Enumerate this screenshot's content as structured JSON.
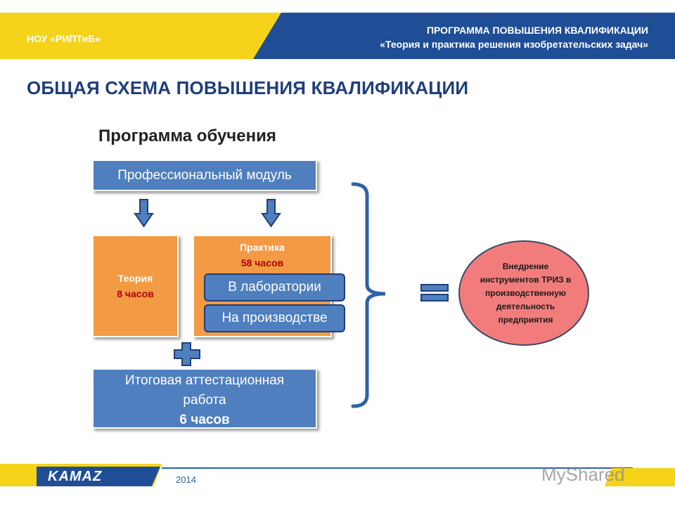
{
  "header": {
    "org": "НОУ «РИПТиБ»",
    "program_line1": "ПРОГРАММА ПОВЫШЕНИЯ КВАЛИФИКАЦИИ",
    "program_line2": "«Теория и практика решения изобретательских задач»"
  },
  "title": "ОБЩАЯ СХЕМА ПОВЫШЕНИЯ КВАЛИФИКАЦИИ",
  "diagram": {
    "program_title": "Программа обучения",
    "module": "Профессиональный модуль",
    "theory": {
      "label": "Теория",
      "hours": "8 часов"
    },
    "practice": {
      "label": "Практика",
      "hours": "58 часов"
    },
    "lab": "В лаборатории",
    "production": "На производстве",
    "final": {
      "line1": "Итоговая аттестационная",
      "line2": "работа",
      "hours": "6 часов"
    },
    "result_lines": [
      "Внедрение",
      "инструментов ТРИЗ в",
      "производственную",
      "деятельность",
      "предприятия"
    ]
  },
  "colors": {
    "brand_blue": "#1f4e96",
    "brand_yellow": "#f5d31a",
    "box_blue": "#4f7fbe",
    "box_orange": "#f39a45",
    "circle_fill": "#f27c7c"
  },
  "footer": {
    "logo": "KAMAZ",
    "year": "2014",
    "watermark": "MyShared"
  }
}
